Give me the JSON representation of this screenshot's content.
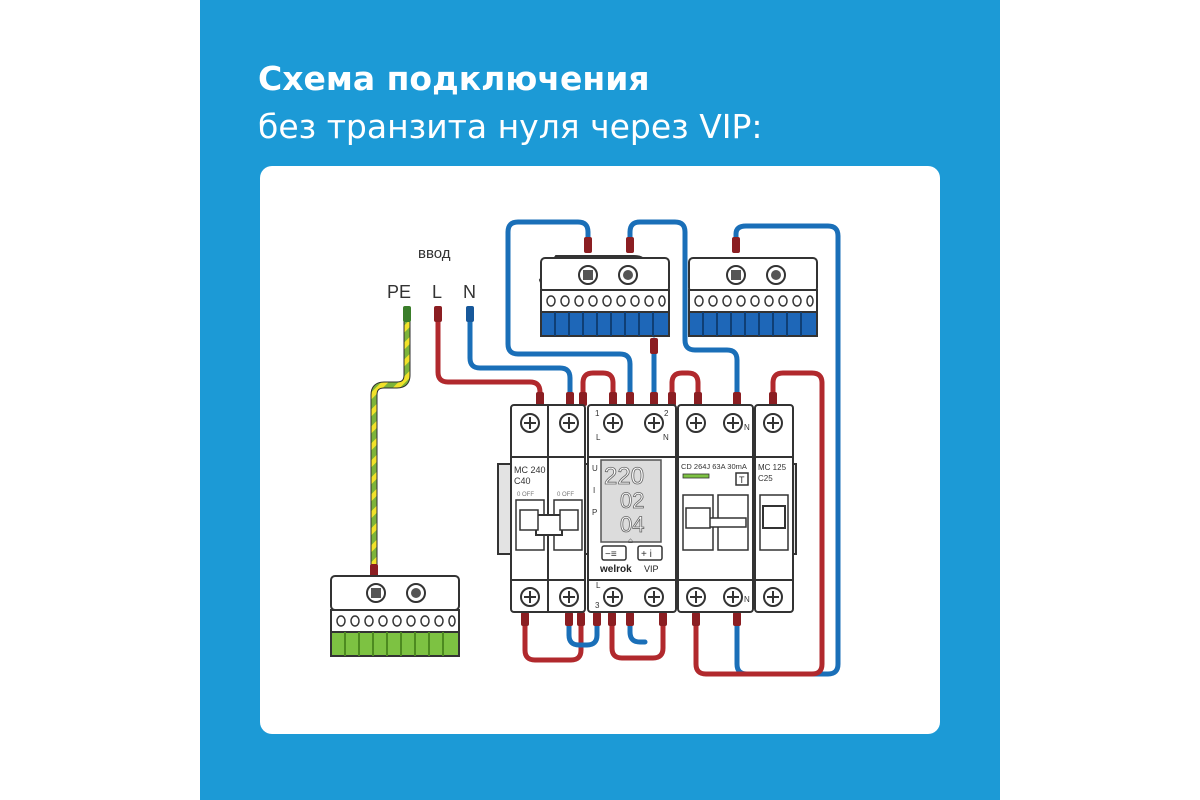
{
  "header": {
    "title_line1": "Схема подключения",
    "title_line2": "без транзита нуля через VIP:"
  },
  "input": {
    "label": "ввод",
    "pe": "PE",
    "l": "L",
    "n": "N"
  },
  "breaker_left": {
    "line1": "MC 240",
    "line2": "C40",
    "pole1_state": "0  OFF",
    "pole2_state": "0  OFF"
  },
  "relay": {
    "brand": "welrok",
    "model": "VIP",
    "readout_u": "220",
    "readout_i": "02",
    "readout_p": "04",
    "row_u": "U",
    "row_i": "I",
    "row_p": "P",
    "term_top_1": "1",
    "term_top_2": "2",
    "term_top_l": "L",
    "term_top_n": "N",
    "term_bot_l": "L",
    "term_bot_3": "3",
    "btn_menu": "−≡",
    "btn_plus": "+ i"
  },
  "rcd": {
    "label": "CD 264J 63A 30mA",
    "test": "T",
    "term_top_n": "N",
    "term_bot_n": "N"
  },
  "breaker_right": {
    "line1": "MC 125",
    "line2": "C25"
  },
  "colors": {
    "background": "#1c9ad6",
    "card": "#ffffff",
    "wire_phase": "#b1292d",
    "wire_neutral": "#1a6fb8",
    "wire_pe_green": "#7db43a",
    "wire_pe_yellow": "#f2e22a",
    "terminal_blue": "#1e67b8",
    "terminal_green": "#7dc242",
    "lcd": "#dcdcdc"
  }
}
